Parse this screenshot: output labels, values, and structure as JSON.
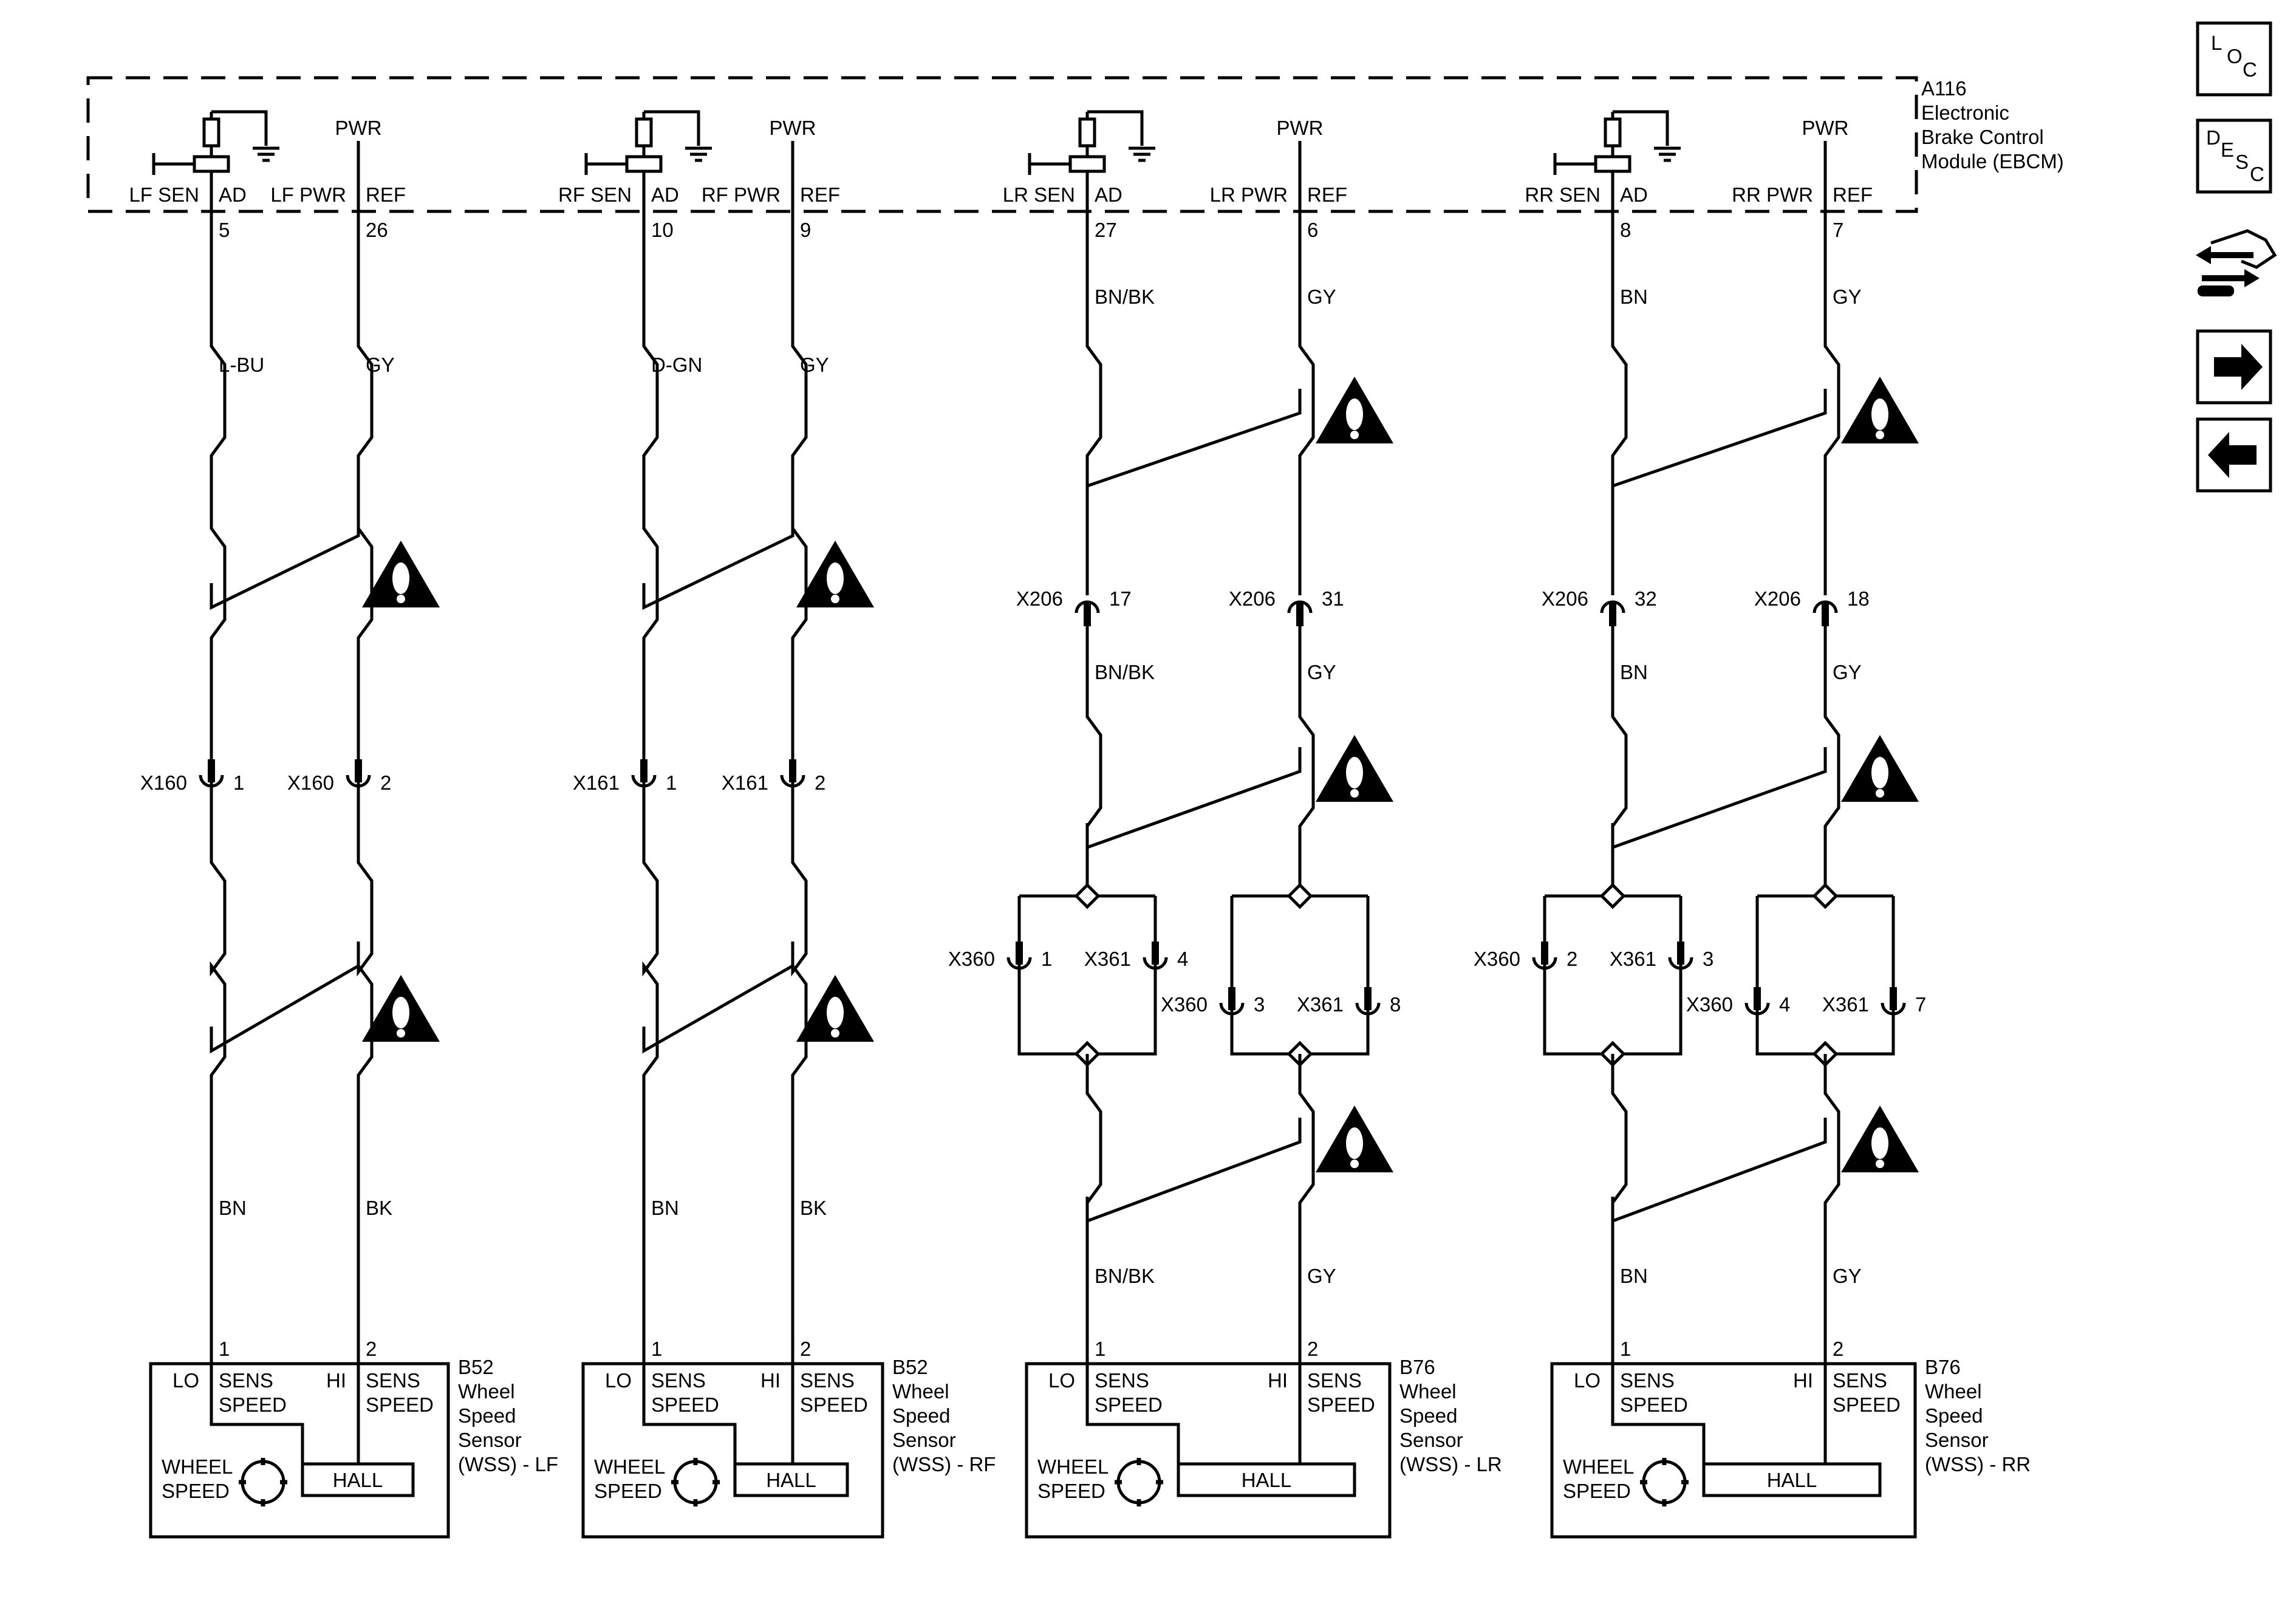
{
  "module": {
    "ref": "A116",
    "name_lines": [
      "Electronic",
      "Brake Control",
      "Module (EBCM)"
    ],
    "pwr_label": "PWR"
  },
  "side_icons": [
    {
      "name": "loc-button",
      "letters": [
        "L",
        "O",
        "C"
      ]
    },
    {
      "name": "desc-button",
      "letters": [
        "D",
        "E",
        "S",
        "C"
      ]
    },
    {
      "name": "connector-tool-icon"
    },
    {
      "name": "next-arrow-button"
    },
    {
      "name": "prev-arrow-button"
    }
  ],
  "circuits": [
    {
      "id": "lf",
      "sen_label": "LF SEN",
      "pwr_label": "LF PWR",
      "ad_label": "AD",
      "ref_label": "REF",
      "sig_pin": "5",
      "ref_pin": "26",
      "sig_color_upper": "L-BU",
      "ref_color_upper": "GY",
      "inline_connector": {
        "name": "X160",
        "sig_pin": "1",
        "ref_pin": "2"
      },
      "sig_color_lower": "BN",
      "ref_color_lower": "BK",
      "sensor": {
        "pin_lo": "1",
        "pin_hi": "2",
        "lo": "LO",
        "hi": "HI",
        "sens": "SENS",
        "speed": "SPEED",
        "wheel": "WHEEL",
        "wheel_speed": "SPEED",
        "hall": "HALL",
        "ref": "B52",
        "desc_lines": [
          "Wheel",
          "Speed",
          "Sensor",
          "(WSS) - LF"
        ]
      }
    },
    {
      "id": "rf",
      "sen_label": "RF SEN",
      "pwr_label": "RF PWR",
      "ad_label": "AD",
      "ref_label": "REF",
      "sig_pin": "10",
      "ref_pin": "9",
      "sig_color_upper": "D-GN",
      "ref_color_upper": "GY",
      "inline_connector": {
        "name": "X161",
        "sig_pin": "1",
        "ref_pin": "2"
      },
      "sig_color_lower": "BN",
      "ref_color_lower": "BK",
      "sensor": {
        "pin_lo": "1",
        "pin_hi": "2",
        "lo": "LO",
        "hi": "HI",
        "sens": "SENS",
        "speed": "SPEED",
        "wheel": "WHEEL",
        "wheel_speed": "SPEED",
        "hall": "HALL",
        "ref": "B52",
        "desc_lines": [
          "Wheel",
          "Speed",
          "Sensor",
          "(WSS) - RF"
        ]
      }
    },
    {
      "id": "lr",
      "sen_label": "LR SEN",
      "pwr_label": "LR PWR",
      "ad_label": "AD",
      "ref_label": "REF",
      "sig_pin": "27",
      "ref_pin": "6",
      "sig_color_upper": "BN/BK",
      "ref_color_upper": "GY",
      "x206": {
        "name": "X206",
        "sig_pin": "17",
        "ref_pin": "31"
      },
      "sig_color_mid": "BN/BK",
      "ref_color_mid": "GY",
      "splice": {
        "sig_a": {
          "name": "X360",
          "pin": "1"
        },
        "sig_b": {
          "name": "X361",
          "pin": "4"
        },
        "ref_a": {
          "name": "X360",
          "pin": "3"
        },
        "ref_b": {
          "name": "X361",
          "pin": "8"
        }
      },
      "sig_color_lower": "BN/BK",
      "ref_color_lower": "GY",
      "sensor": {
        "pin_lo": "1",
        "pin_hi": "2",
        "lo": "LO",
        "hi": "HI",
        "sens": "SENS",
        "speed": "SPEED",
        "wheel": "WHEEL",
        "wheel_speed": "SPEED",
        "hall": "HALL",
        "ref": "B76",
        "desc_lines": [
          "Wheel",
          "Speed",
          "Sensor",
          "(WSS) - LR"
        ]
      }
    },
    {
      "id": "rr",
      "sen_label": "RR SEN",
      "pwr_label": "RR PWR",
      "ad_label": "AD",
      "ref_label": "REF",
      "sig_pin": "8",
      "ref_pin": "7",
      "sig_color_upper": "BN",
      "ref_color_upper": "GY",
      "x206": {
        "name": "X206",
        "sig_pin": "32",
        "ref_pin": "18"
      },
      "sig_color_mid": "BN",
      "ref_color_mid": "GY",
      "splice": {
        "sig_a": {
          "name": "X360",
          "pin": "2"
        },
        "sig_b": {
          "name": "X361",
          "pin": "3"
        },
        "ref_a": {
          "name": "X360",
          "pin": "4"
        },
        "ref_b": {
          "name": "X361",
          "pin": "7"
        }
      },
      "sig_color_lower": "BN",
      "ref_color_lower": "GY",
      "sensor": {
        "pin_lo": "1",
        "pin_hi": "2",
        "lo": "LO",
        "hi": "HI",
        "sens": "SENS",
        "speed": "SPEED",
        "wheel": "WHEEL",
        "wheel_speed": "SPEED",
        "hall": "HALL",
        "ref": "B76",
        "desc_lines": [
          "Wheel",
          "Speed",
          "Sensor",
          "(WSS) - RR"
        ]
      }
    }
  ]
}
